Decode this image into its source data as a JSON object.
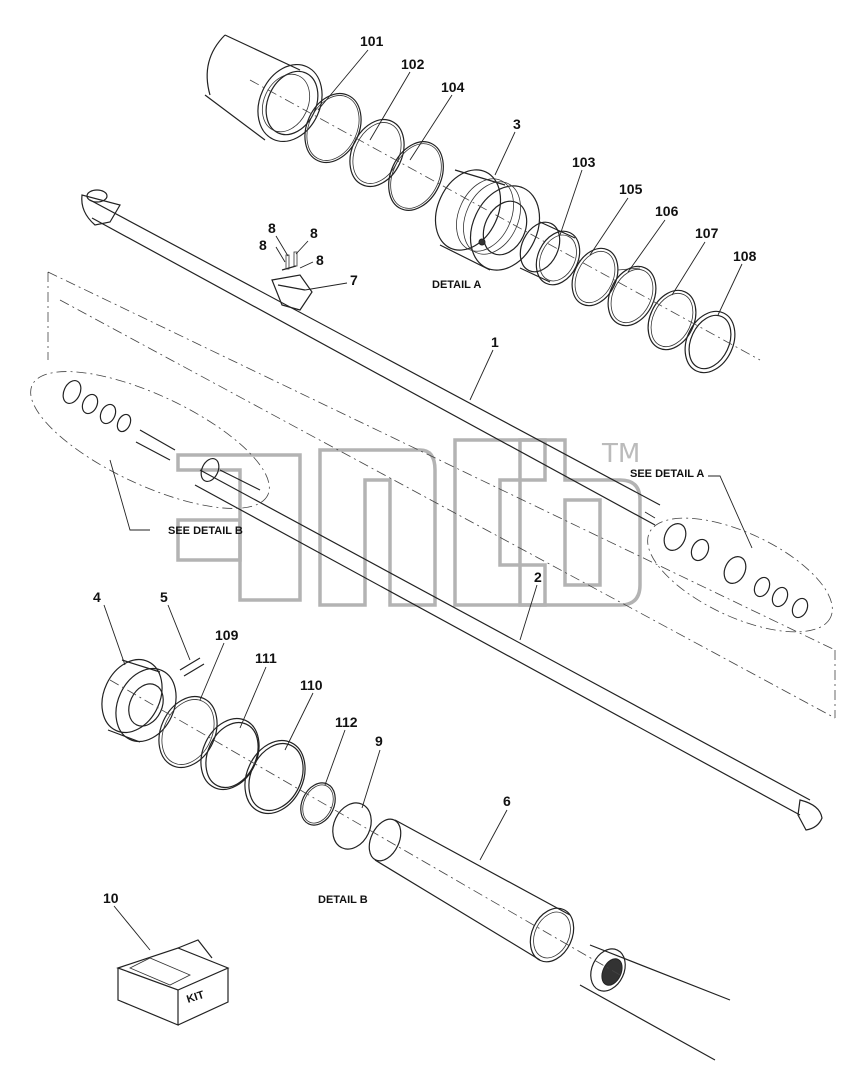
{
  "callouts": {
    "c101": "101",
    "c102": "102",
    "c104": "104",
    "c3": "3",
    "c103": "103",
    "c105": "105",
    "c106": "106",
    "c107": "107",
    "c108": "108",
    "c8a": "8",
    "c8b": "8",
    "c8c": "8",
    "c8d": "8",
    "c7": "7",
    "c1": "1",
    "c2": "2",
    "c4": "4",
    "c5": "5",
    "c109": "109",
    "c111": "111",
    "c110": "110",
    "c112": "112",
    "c9": "9",
    "c6": "6",
    "c10": "10"
  },
  "captions": {
    "detail_a": "DETAIL A",
    "detail_b": "DETAIL B",
    "see_detail_a": "SEE DETAIL A",
    "see_detail_b": "SEE DETAIL B",
    "kit": "KIT"
  },
  "watermark": {
    "trademark": "TM"
  }
}
